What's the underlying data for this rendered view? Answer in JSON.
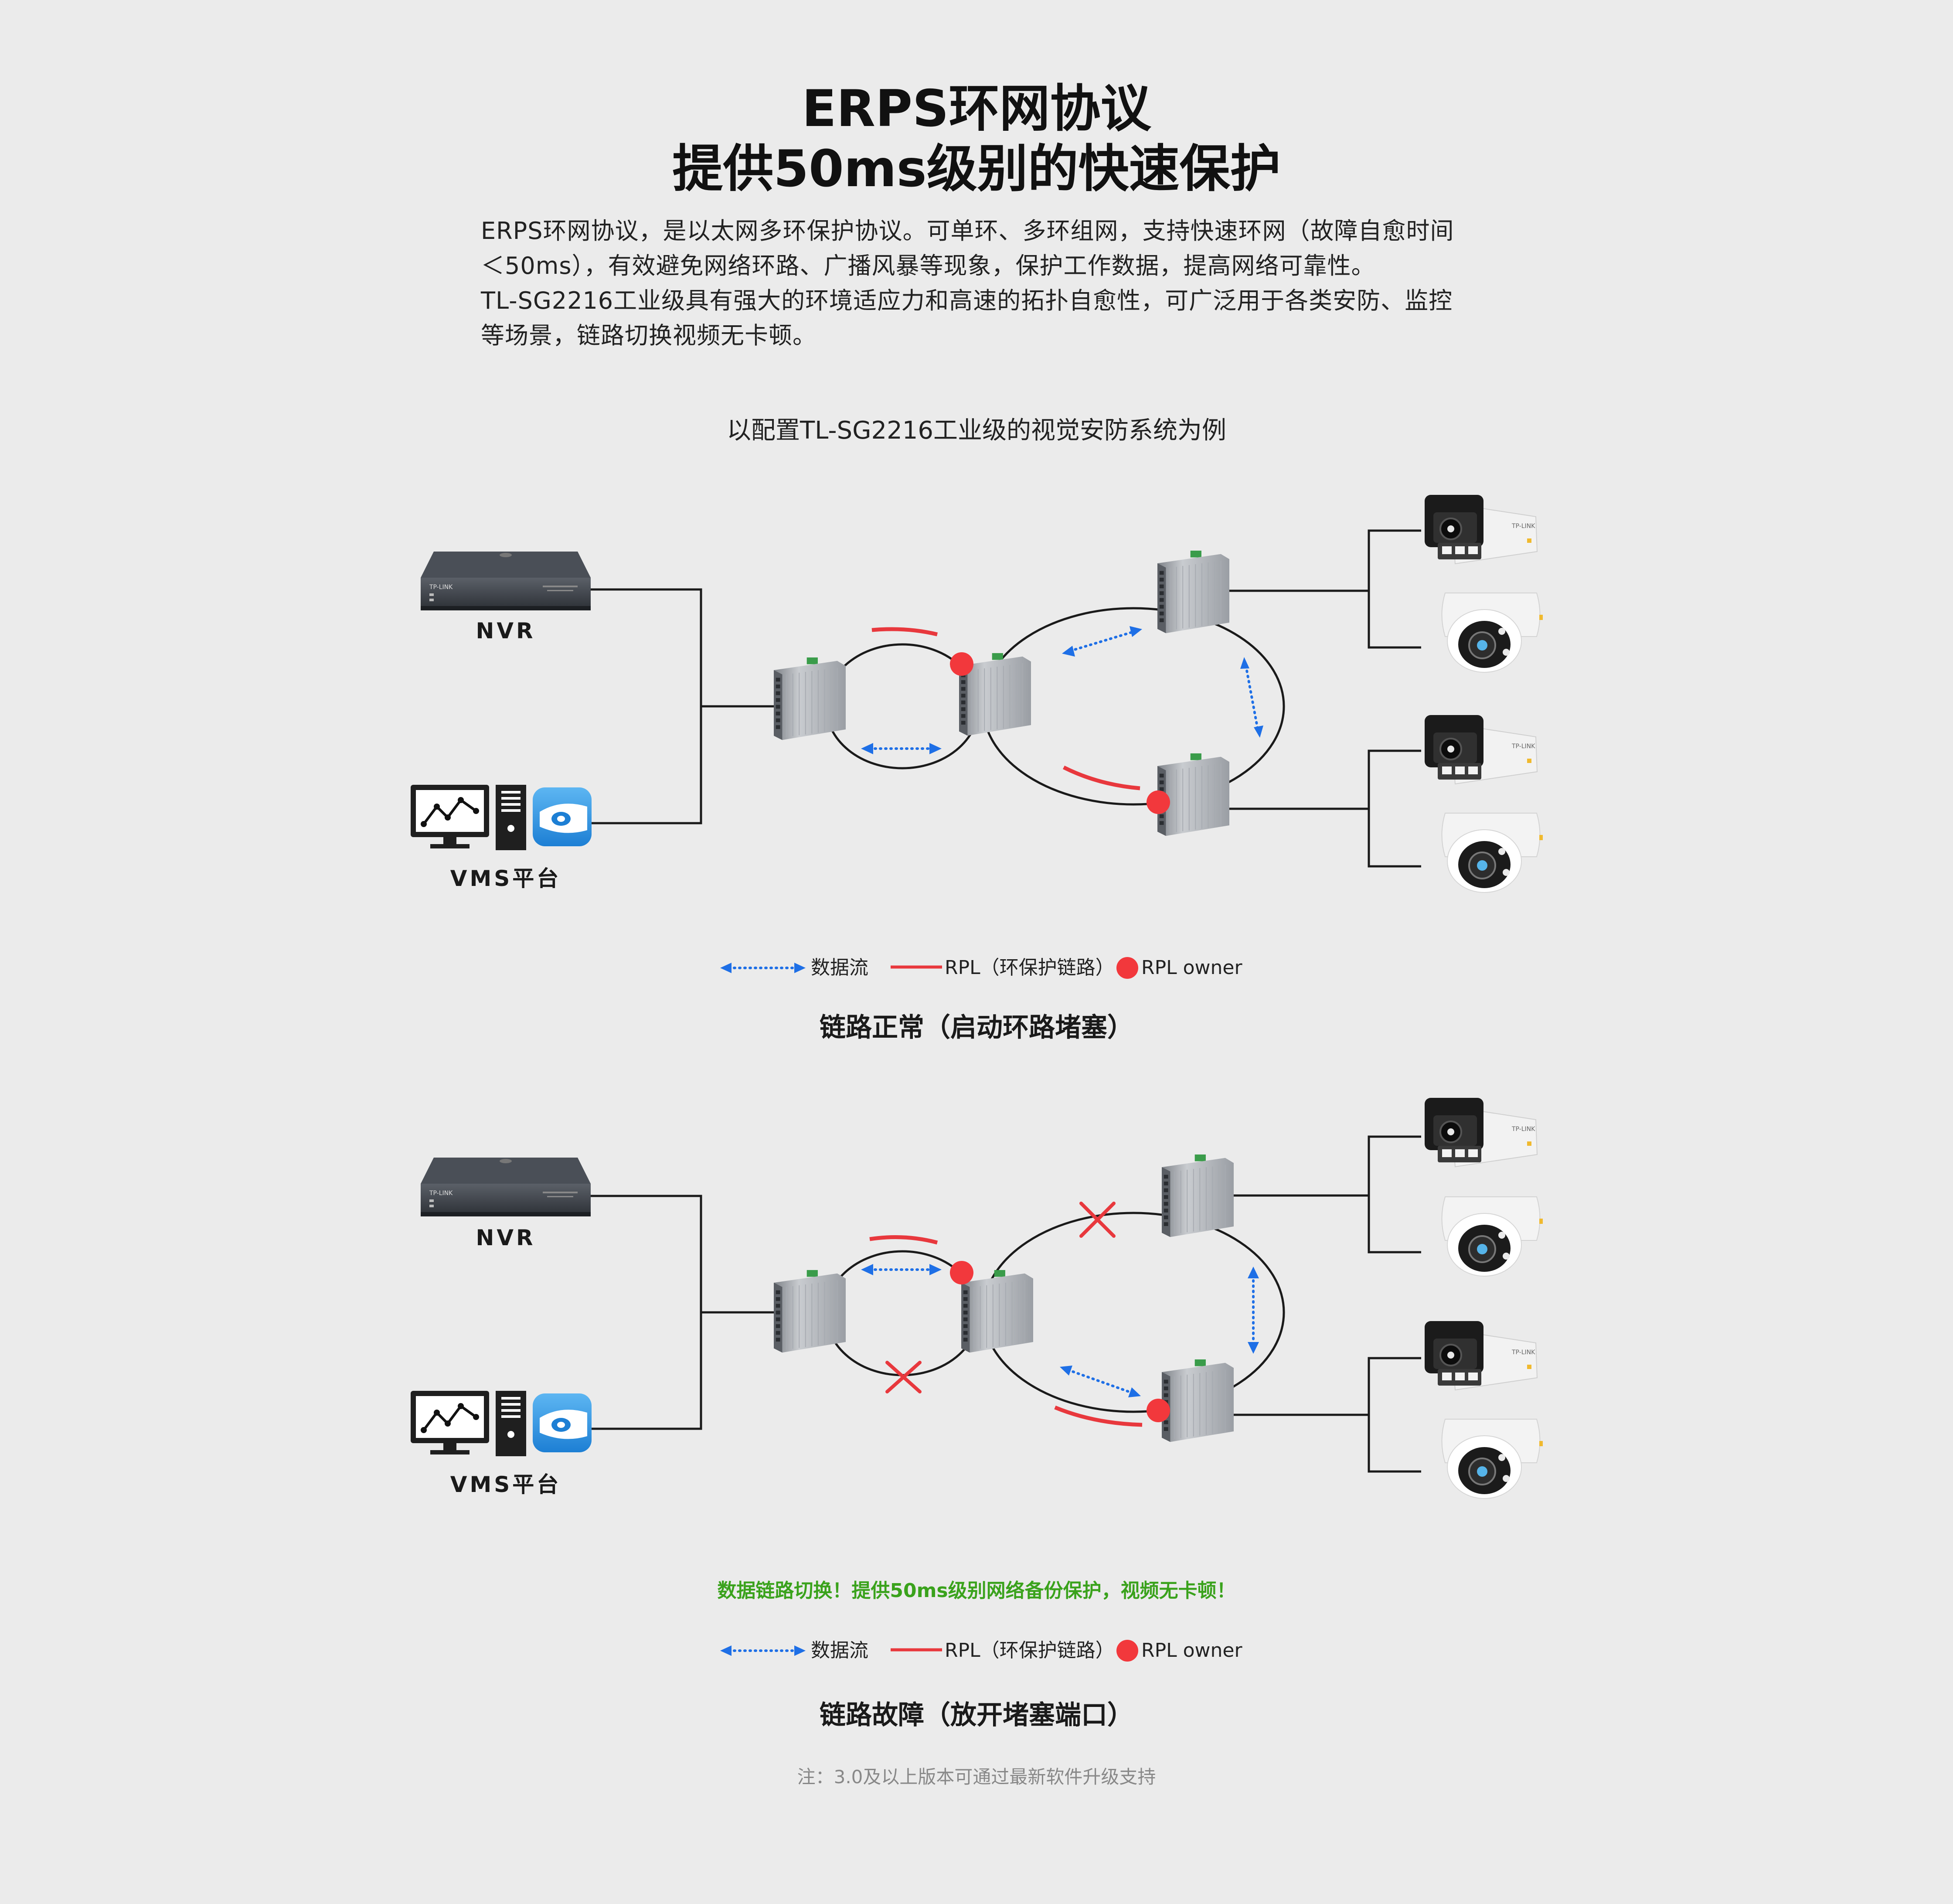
{
  "title": {
    "line1": "ERPS环网协议",
    "line2": "提供50ms级别的快速保护"
  },
  "intro": {
    "lines": [
      "ERPS环网协议，是以太网多环保护协议。可单环、多环组网，支持快速环网（故障自愈时间",
      "＜50ms），有效避免网络环路、广播风暴等现象，保护工作数据，提高网络可靠性。",
      "TL-SG2216工业级具有强大的环境适应力和高速的拓扑自愈性，可广泛用于各类安防、监控",
      "等场景，链路切换视频无卡顿。"
    ]
  },
  "example_caption": "以配置TL-SG2216工业级的视觉安防系统为例",
  "devices": {
    "nvr_label": "NVR",
    "vms_label": "VMS平台",
    "nvr_brand": "TP-LINK",
    "camera_brand": "TP-LINK"
  },
  "legend": {
    "data_flow": "数据流",
    "rpl": "RPL（环保护链路）",
    "rpl_owner": "RPL owner"
  },
  "diagram1": {
    "caption": "链路正常（启动环路堵塞）"
  },
  "diagram2": {
    "highlight": "数据链路切换！提供50ms级别网络备份保护，视频无卡顿！",
    "caption": "链路故障（放开堵塞端口）"
  },
  "footnote": "注：3.0及以上版本可通过最新软件升级支持",
  "colors": {
    "data_flow": "#1e6fe6",
    "rpl": "#e8383d",
    "rpl_owner": "#f2383c",
    "highlight": "#3aa21c",
    "background": "#ebebeb"
  }
}
